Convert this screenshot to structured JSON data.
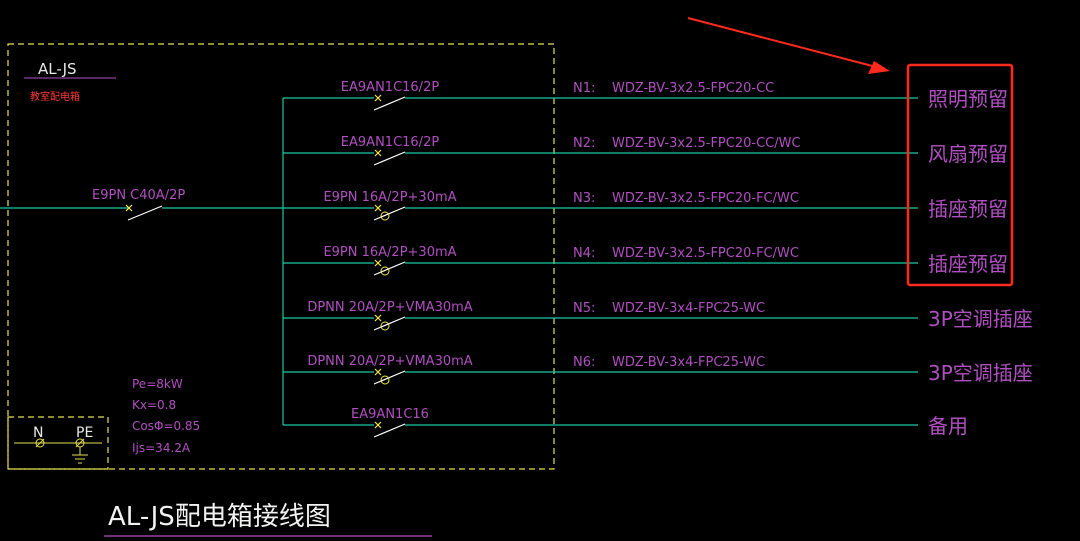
{
  "box": {
    "name": "AL-JS",
    "subtitle": "教室配电箱"
  },
  "main_breaker": "E9PN C40A/2P",
  "specs": [
    "Pe=8kW",
    "Kx=0.8",
    "CosΦ=0.85",
    "Ijs=34.2A"
  ],
  "terminals": {
    "n": "N",
    "pe": "PE"
  },
  "circuits": [
    {
      "breaker": "EA9AN1C16/2P",
      "id": "N1:",
      "cable": "WDZ-BV-3x2.5-FPC20-CC",
      "load": "照明预留",
      "rcd": false
    },
    {
      "breaker": "EA9AN1C16/2P",
      "id": "N2:",
      "cable": "WDZ-BV-3x2.5-FPC20-CC/WC",
      "load": "风扇预留",
      "rcd": false
    },
    {
      "breaker": "E9PN 16A/2P+30mA",
      "id": "N3:",
      "cable": "WDZ-BV-3x2.5-FPC20-FC/WC",
      "load": "插座预留",
      "rcd": true
    },
    {
      "breaker": "E9PN 16A/2P+30mA",
      "id": "N4:",
      "cable": "WDZ-BV-3x2.5-FPC20-FC/WC",
      "load": "插座预留",
      "rcd": true
    },
    {
      "breaker": "DPNN 20A/2P+VMA30mA",
      "id": "N5:",
      "cable": "WDZ-BV-3x4-FPC25-WC",
      "load": "3P空调插座",
      "rcd": true
    },
    {
      "breaker": "DPNN 20A/2P+VMA30mA",
      "id": "N6:",
      "cable": "WDZ-BV-3x4-FPC25-WC",
      "load": "3P空调插座",
      "rcd": true
    },
    {
      "breaker": "EA9AN1C16",
      "id": "",
      "cable": "",
      "load": "备用",
      "rcd": false
    }
  ],
  "drawing_title": "AL-JS配电箱接线图",
  "colors": {
    "background": "#000000",
    "wire": "#19c9a3",
    "box_border": "#e5e052",
    "text": "#b04fc0",
    "switch": "#ffffff",
    "cross": "#f2ea47",
    "highlight": "#ff2a1e",
    "title_text": "#f2f2f2"
  }
}
